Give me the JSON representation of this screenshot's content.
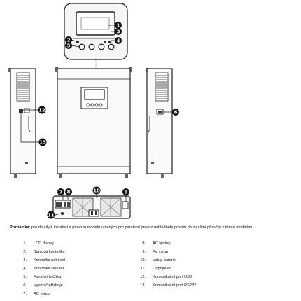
{
  "note": {
    "label": "Poznámka:",
    "text": "pro detaily k instalaci a provozu modelů určených pro paralelní provoz nahlédněte prosím do zvláštní příručky k těmto modelům."
  },
  "callouts": [
    "1",
    "2",
    "3",
    "4",
    "5",
    "6",
    "7",
    "8",
    "9",
    "10",
    "11",
    "12",
    "13"
  ],
  "legend": {
    "left": [
      {
        "num": "1.",
        "text": "LCD displej"
      },
      {
        "num": "2.",
        "text": "Stavová kontrolka"
      },
      {
        "num": "3.",
        "text": "Kontrolka nabíjení"
      },
      {
        "num": "4.",
        "text": "Kontrolka selhání"
      },
      {
        "num": "5.",
        "text": "Funkční tlačítka"
      },
      {
        "num": "6.",
        "text": "Vypínač přístroje"
      },
      {
        "num": "7.",
        "text": "AC vstup"
      }
    ],
    "right": [
      {
        "num": "8.",
        "text": "AC výstup"
      },
      {
        "num": "9.",
        "text": "FV vstup"
      },
      {
        "num": "10.",
        "text": "Vstup baterie"
      },
      {
        "num": "11.",
        "text": "Odpojovač"
      },
      {
        "num": "12.",
        "text": "Komunikační port USB"
      },
      {
        "num": "13.",
        "text": "Komunikační port RS232"
      }
    ]
  }
}
